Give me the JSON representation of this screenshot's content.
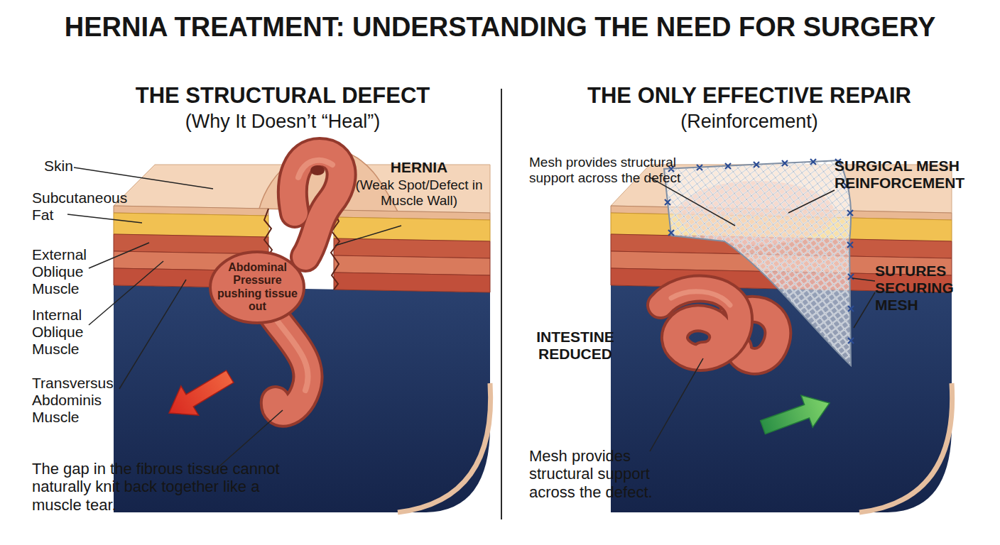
{
  "diagram": {
    "title": "HERNIA TREATMENT: UNDERSTANDING THE NEED FOR SURGERY",
    "labels": [
      "THE STRUCTURAL DEFECT",
      "(Why It Doesn’t “Heal”)",
      "THE ONLY EFFECTIVE REPAIR",
      "(Reinforcement)",
      "Skin",
      "Subcutaneous Fat",
      "External Oblique Muscle",
      "Internal Oblique Muscle",
      "Transversus Abdominis Muscle",
      "HERNIA",
      "(Weak Spot/Defect in Muscle Wall)",
      "Abdominal Pressure pushing tissue out",
      "The gap in the fibrous tissue cannot naturally knit back together like a muscle tear.",
      "Mesh provides structural support across the defect",
      "SURGICAL MESH REINFORCEMENT",
      "SUTURES SECURING MESH",
      "INTESTINE REDUCED",
      "Mesh provides structural support across the defect."
    ]
  }
}
